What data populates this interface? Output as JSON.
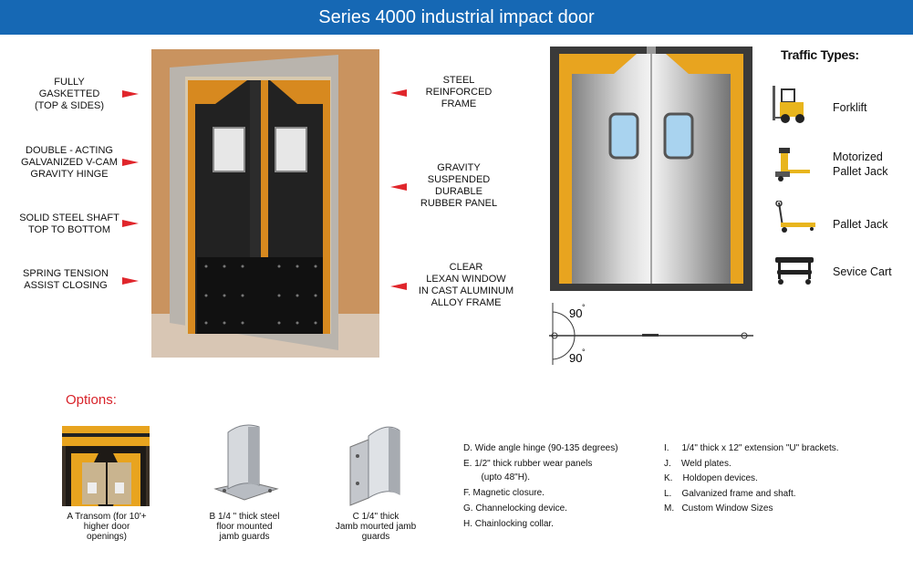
{
  "header": {
    "title": "Series 4000 industrial impact door"
  },
  "left_labels": [
    "FULLY\nGASKETTED\n(TOP & SIDES)",
    "DOUBLE - ACTING\nGALVANIZED V-CAM\nGRAVITY HINGE",
    "SOLID STEEL SHAFT\nTOP TO BOTTOM",
    "SPRING TENSION\nASSIST CLOSING"
  ],
  "right_labels": [
    "STEEL\nREINFORCED\nFRAME",
    "GRAVITY\nSUSPENDED\nDURABLE\nRUBBER PANEL",
    "CLEAR\nLEXAN WINDOW\nIN CAST ALUMINUM\nALLOY FRAME"
  ],
  "swing": {
    "top_angle": "90",
    "bottom_angle": "90",
    "degree_symbol": "°"
  },
  "traffic": {
    "title": "Traffic Types:",
    "items": [
      {
        "label": "Forklift",
        "icon": "forklift-icon"
      },
      {
        "label": "Motorized\nPallet Jack",
        "icon": "motorized-pallet-jack-icon"
      },
      {
        "label": "Pallet Jack",
        "icon": "pallet-jack-icon"
      },
      {
        "label": "Sevice Cart",
        "icon": "service-cart-icon"
      }
    ]
  },
  "options": {
    "title": "Options:",
    "captions": [
      "A  Transom (for 10'+\nhigher door\nopenings)",
      "B   1/4 \" thick steel\nfloor mounted\njamb guards",
      "C  1/4\" thick\nJamb mourted jamb\nguards"
    ],
    "list_col1": [
      "D.  Wide angle hinge (90-135 degrees)",
      "E.   1/2\" thick rubber wear panels",
      "       (upto 48\"H).",
      "F.   Magnetic closure.",
      "G.   Channelocking device.",
      "H.   Chainlocking collar."
    ],
    "list_col2": [
      "I.     1/4\" thick x 12\" extension \"U\" brackets.",
      "J.    Weld plates.",
      "K.    Holdopen devices.",
      "L.    Galvanized frame and shaft.",
      "M.   Custom Window Sizes"
    ]
  },
  "colors": {
    "header_bg": "#1668b4",
    "arrow": "#e0252b",
    "options_title": "#d8232a",
    "door_frame": "#e8a41f"
  }
}
